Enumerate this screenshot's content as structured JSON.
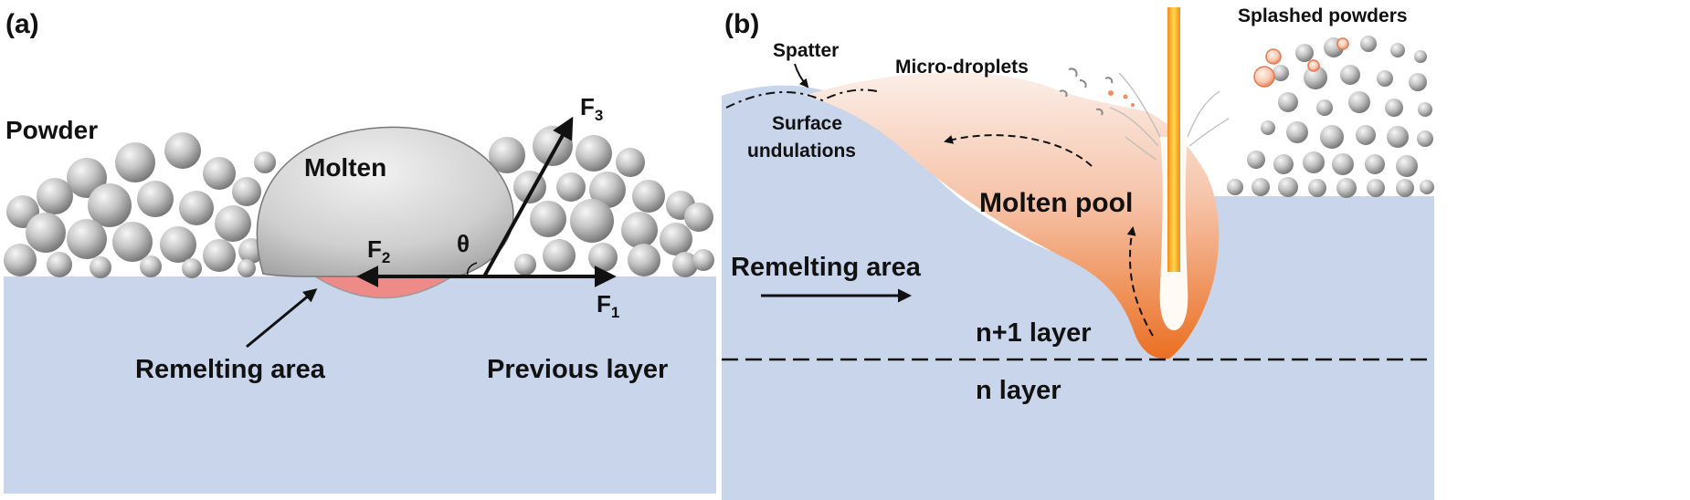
{
  "panel_a": {
    "tag": "(a)",
    "powder_label": "Powder",
    "molten_label": "Molten",
    "theta_label": "θ",
    "f1": {
      "letter": "F",
      "sub": "1"
    },
    "f2": {
      "letter": "F",
      "sub": "2"
    },
    "f3": {
      "letter": "F",
      "sub": "3"
    },
    "remelting_label": "Remelting area",
    "previous_layer_label": "Previous layer"
  },
  "panel_b": {
    "tag": "(b)",
    "spatter_label": "Spatter",
    "micro_droplets_label": "Micro-droplets",
    "splashed_powders_label": "Splashed powders",
    "surface_undulations_line1": "Surface",
    "surface_undulations_line2": "undulations",
    "molten_pool_label": "Molten pool",
    "remelting_area_label": "Remelting area",
    "n1_layer_label": "n+1 layer",
    "n_layer_label": "n layer"
  },
  "colors": {
    "substrate": "#c9d5ea",
    "sphere_light": "#ececec",
    "sphere_dark": "#6f6f6f",
    "remelt_pink": "#ee8a88",
    "pool_orange": "#ec7a2c",
    "laser": "#f39a1e"
  }
}
